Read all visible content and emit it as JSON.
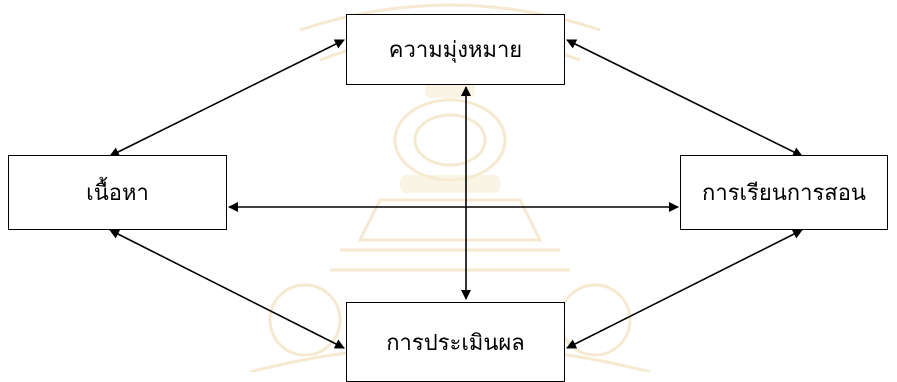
{
  "diagram": {
    "nodes": {
      "goal": "ความมุ่งหมาย",
      "content": "เนื้อหา",
      "instruction": "การเรียนการสอน",
      "evaluation": "การประเมินผล"
    },
    "edges": [
      {
        "from": "goal",
        "to": "content",
        "arrows": "both"
      },
      {
        "from": "goal",
        "to": "instruction",
        "arrows": "both"
      },
      {
        "from": "goal",
        "to": "evaluation",
        "arrows": "both"
      },
      {
        "from": "content",
        "to": "instruction",
        "arrows": "both"
      },
      {
        "from": "content",
        "to": "evaluation",
        "arrows": "both"
      },
      {
        "from": "instruction",
        "to": "evaluation",
        "arrows": "both"
      }
    ],
    "colors": {
      "line": "#000000",
      "box_border": "#000000",
      "watermark": "#f3e3b8"
    }
  }
}
